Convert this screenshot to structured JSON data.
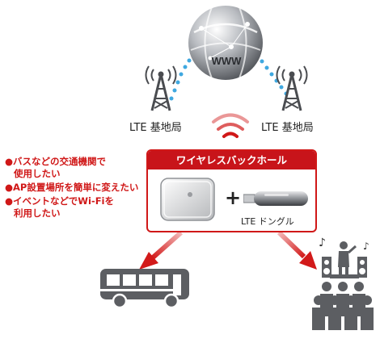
{
  "globe": {
    "label": "WWW"
  },
  "towers": [
    {
      "label": "LTE 基地局"
    },
    {
      "label": "LTE 基地局"
    }
  ],
  "bullets": [
    {
      "line1": "●バスなどの交通機関で",
      "line2": "使用したい"
    },
    {
      "line1": "●AP設置場所を簡単に変えたい",
      "line2": ""
    },
    {
      "line1": "●イベントなどでWi-Fiを",
      "line2": "利用したい"
    }
  ],
  "box": {
    "title": "ワイヤレスバックホール",
    "plus": "+",
    "dongle_label": "LTE ドングル"
  },
  "colors": {
    "accent": "#c8141a",
    "dots": "#3fa8e0",
    "dark": "#555555"
  }
}
